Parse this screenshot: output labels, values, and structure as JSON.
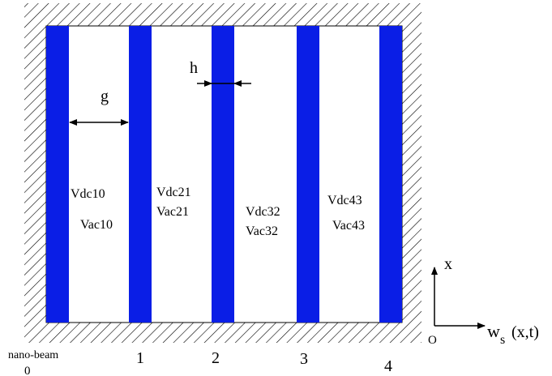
{
  "colors": {
    "beam": "#0a1ee6",
    "stroke": "#000000",
    "background": "#ffffff"
  },
  "labels": {
    "gap": "g",
    "thickness": "h",
    "x_axis": "x",
    "origin": "O",
    "w_main": "w",
    "w_sub": "s",
    "w_args": "(x,t)"
  },
  "beams": [
    {
      "index": "0",
      "name": "nano-beam"
    },
    {
      "index": "1"
    },
    {
      "index": "2"
    },
    {
      "index": "3"
    },
    {
      "index": "4"
    }
  ],
  "voltages": [
    {
      "dc": "Vdc10",
      "ac": "Vac10"
    },
    {
      "dc": "Vdc21",
      "ac": "Vac21"
    },
    {
      "dc": "Vdc32",
      "ac": "Vac32"
    },
    {
      "dc": "Vdc43",
      "ac": "Vac43"
    }
  ]
}
